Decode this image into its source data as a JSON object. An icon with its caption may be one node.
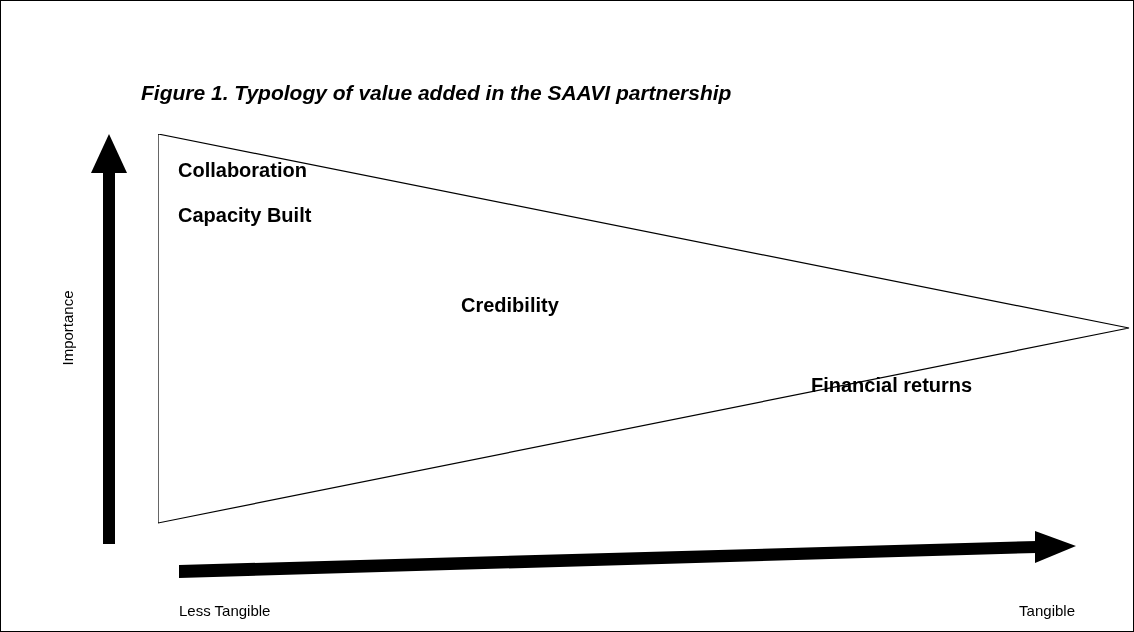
{
  "diagram": {
    "title": "Figure 1.  Typology of value added in the SAAVI partnership",
    "nodes": [
      {
        "text": [
          "Collaboration",
          "Capacity Built",
          "Credibility",
          "Financial returns"
        ]
      }
    ],
    "labels": [
      "Importance",
      "Less Tangible",
      "Tangible"
    ]
  }
}
